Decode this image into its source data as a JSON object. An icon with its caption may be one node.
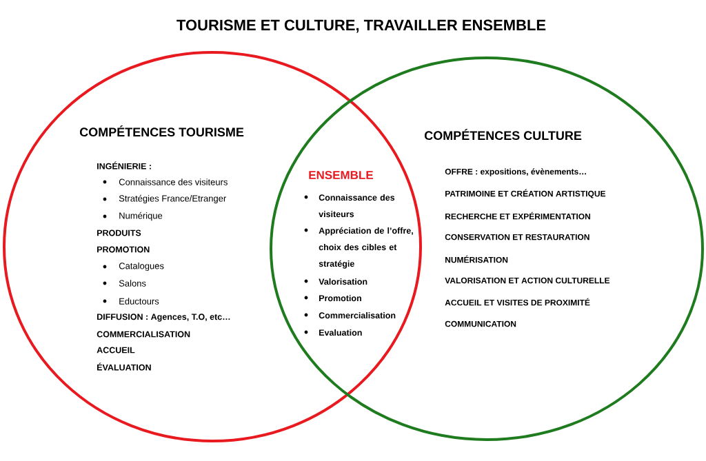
{
  "diagram": {
    "title": "TOURISME ET CULTURE, TRAVAILLER ENSEMBLE",
    "nodes": [
      {
        "text": [
          "COMPÉTENCES TOURISME",
          "INGÉNIERIE :",
          "Connaissance des visiteurs",
          "Stratégies France/Etranger",
          "Numérique",
          "PRODUITS",
          "PROMOTION",
          "Catalogues",
          "Salons",
          "Eductours",
          "DIFFUSION : Agences, T.O, etc…",
          "COMMERCIALISATION",
          "ACCUEIL",
          "ÉVALUATION"
        ]
      },
      {
        "text": [
          "COMPÉTENCES CULTURE",
          "OFFRE : expositions, évènements…",
          "PATRIMOINE ET CRÉATION ARTISTIQUE",
          "RECHERCHE ET EXPÉRIMENTATION",
          "CONSERVATION ET RESTAURATION",
          "NUMÉRISATION",
          "VALORISATION ET ACTION CULTURELLE",
          "ACCUEIL ET VISITES DE PROXIMITÉ",
          "COMMUNICATION"
        ]
      }
    ],
    "labels": [
      "ENSEMBLE",
      "Connaissance des visiteurs",
      "Appréciation de l’offre, choix des cibles et stratégie",
      "Valorisation",
      "Promotion",
      "Commercialisation",
      "Evaluation"
    ]
  }
}
